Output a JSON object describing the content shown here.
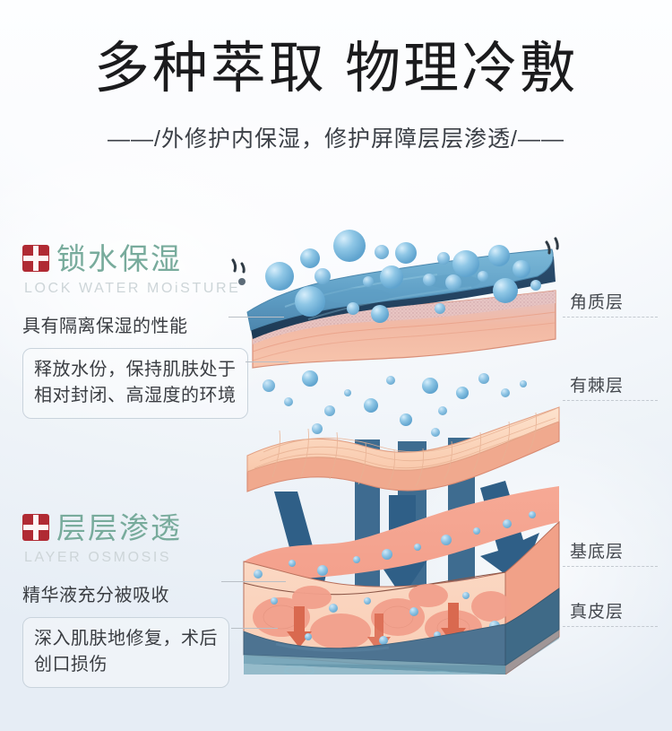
{
  "header": {
    "title": "多种萃取 物理冷敷",
    "subtitle": "——/外修护内保湿，修护屏障层层渗透/——"
  },
  "sections": [
    {
      "icon": "red-cross-icon",
      "heading_cn": "锁水保湿",
      "heading_en": "LOCK WATER MOiSTURE",
      "caption": "具有隔离保湿的性能",
      "note_line_1": "释放水份，保持肌肤处于",
      "note_line_2": "相对封闭、高湿度的环境"
    },
    {
      "icon": "red-cross-icon",
      "heading_cn": "层层渗透",
      "heading_en": "LAYER OSMOSIS",
      "caption": "精华液充分被吸收",
      "note_line_1": "深入肌肤地修复，术后",
      "note_line_2": "创口损伤"
    }
  ],
  "skin_layer_labels": [
    {
      "label": "角质层"
    },
    {
      "label": "有棘层"
    },
    {
      "label": "基底层"
    },
    {
      "label": "真皮层"
    }
  ],
  "illustration": {
    "name": "skin-layer-penetration-diagram",
    "layers": [
      {
        "name": "hydration-film-layer",
        "color": "#6aa8cc"
      },
      {
        "name": "stratum-corneum-layer",
        "color": "#f4b7a0"
      },
      {
        "name": "spinous-mesh-layer",
        "color": "#fbd4bc"
      },
      {
        "name": "dermis-block-layer",
        "color": "#f3a691"
      },
      {
        "name": "deep-dermis-band",
        "color": "#4d7391"
      },
      {
        "name": "subcutaneous-band",
        "color": "#6fa0b5"
      }
    ],
    "droplet_color": "#79b7dd",
    "arrow_color": "#2f5f87",
    "inner_arrow_color": "#d9694f"
  },
  "colors": {
    "accent_green": "#78ab9c",
    "cross_red": "#b02a33",
    "title_dark": "#1b1b1d",
    "body_text": "#3a3d42",
    "muted_en": "#cdd5d8",
    "dash_line": "#c3c9d0",
    "background": "#eef2f8"
  }
}
